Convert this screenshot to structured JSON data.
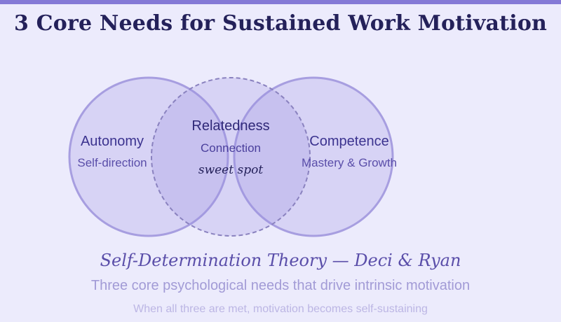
{
  "title": "3 Core Needs for Sustained Work Motivation",
  "colors": {
    "background": "#ecebfc",
    "accent_bar": "#8479d6",
    "circle_fill": "#9a8fe0",
    "circle_stroke": "#a79ee0",
    "dashed_stroke": "#8a82bf",
    "title_text": "#24215a",
    "label_text": "#3b338f",
    "sublabel_text": "#5a4ea9"
  },
  "needs": [
    {
      "name": "Autonomy",
      "description": "Self-direction"
    },
    {
      "name": "Relatedness",
      "description": "Connection"
    },
    {
      "name": "Competence",
      "description": "Mastery & Growth"
    }
  ],
  "center_label": "sweet spot",
  "theory": "Self-Determination Theory — Deci & Ryan",
  "subtitle": "Three core psychological needs that drive intrinsic motivation",
  "footnote": "When all three are met, motivation becomes self-sustaining"
}
